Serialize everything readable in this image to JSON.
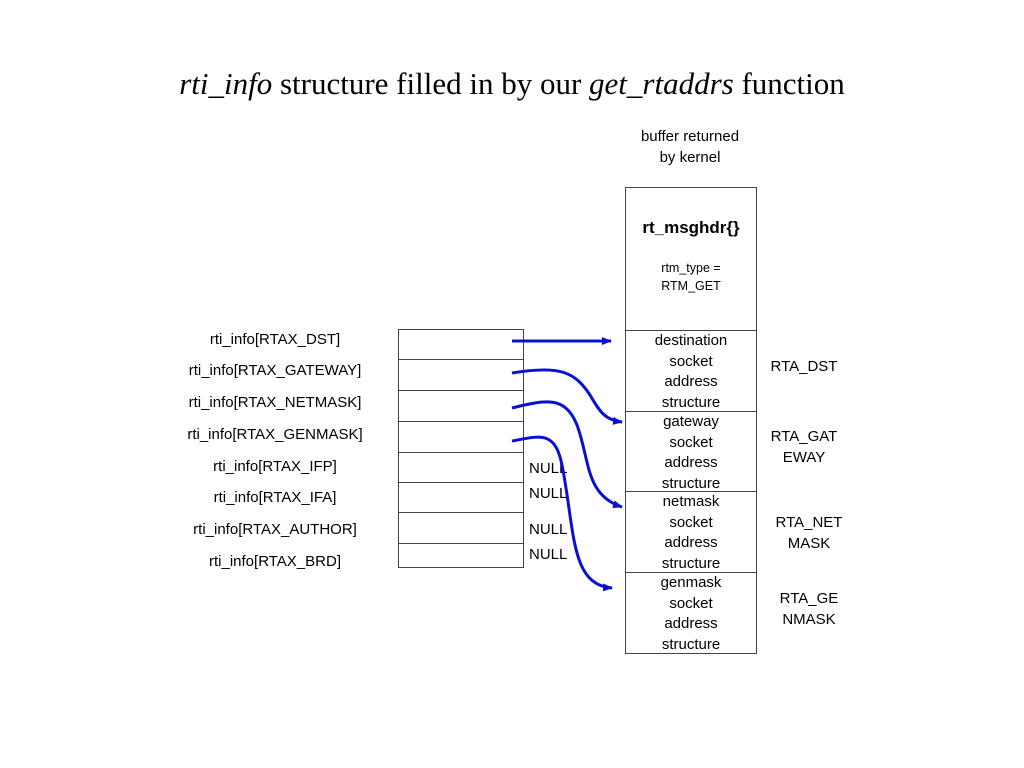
{
  "title": {
    "part1": "rti_info",
    "part2": " structure filled in by our ",
    "part3": "get_rtaddrs",
    "part4": " function"
  },
  "buffer_caption": {
    "line1": "buffer returned",
    "line2": "by kernel"
  },
  "rti_info_entries": [
    "rti_info[RTAX_DST]",
    "rti_info[RTAX_GATEWAY]",
    "rti_info[RTAX_NETMASK]",
    "rti_info[RTAX_GENMASK]",
    "rti_info[RTAX_IFP]",
    "rti_info[RTAX_IFA]",
    "rti_info[RTAX_AUTHOR]",
    "rti_info[RTAX_BRD]"
  ],
  "null_labels": [
    "NULL",
    "NULL",
    "NULL",
    "NULL"
  ],
  "rt_msghdr": {
    "header": "rt_msghdr{}",
    "type_line1": "rtm_type =",
    "type_line2": "RTM_GET"
  },
  "sockaddr_blocks": [
    {
      "lines": [
        "destination",
        "socket",
        "address",
        "structure"
      ],
      "rta_lines": [
        "RTA_DST"
      ]
    },
    {
      "lines": [
        "gateway",
        "socket",
        "address",
        "structure"
      ],
      "rta_lines": [
        "RTA_GAT",
        "EWAY"
      ]
    },
    {
      "lines": [
        "netmask",
        "socket",
        "address",
        "structure"
      ],
      "rta_lines": [
        "RTA_NET",
        "MASK"
      ]
    },
    {
      "lines": [
        "genmask",
        "socket",
        "address",
        "structure"
      ],
      "rta_lines": [
        "RTA_GE",
        "NMASK"
      ]
    }
  ],
  "colors": {
    "arrow": "#0a10d0",
    "box_border": "#444444"
  }
}
